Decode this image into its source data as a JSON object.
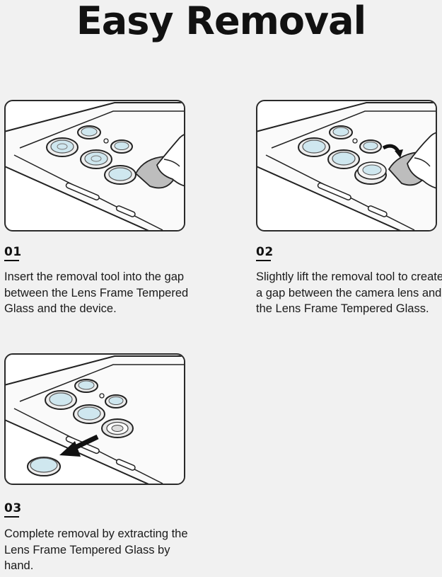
{
  "heading": "Easy Removal",
  "steps": [
    {
      "number": "01",
      "text": "Insert the removal tool into the gap between the Lens Frame Tempered Glass and the device."
    },
    {
      "number": "02",
      "text": "Slightly lift the removal tool to create a gap between the camera lens and the Lens Frame Tempered Glass."
    },
    {
      "number": "03",
      "text": "Complete removal by extracting the Lens Frame Tempered Glass by hand."
    }
  ],
  "colors": {
    "background": "#f1f1f1",
    "panel": "#ffffff",
    "outline": "#2a2a2a",
    "lens_glass": "#cfe7ef"
  },
  "icons": [
    "phone-camera-illustration",
    "removal-pick-icon",
    "finger-icon",
    "curved-arrow-icon",
    "arrow-left-icon"
  ]
}
